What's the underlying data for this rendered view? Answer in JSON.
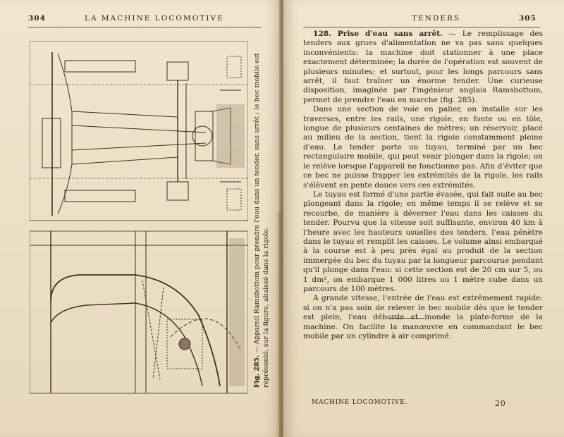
{
  "left_page": {
    "page_number": "304",
    "running_title": "LA MACHINE LOCOMOTIVE",
    "figure": {
      "number": "Fig. 285.",
      "caption": "— Appareil Ramsbottom pour prendre l'eau dans un tender, sans arrêt ; le bec mobile est représenté, sur la figure, abaissé dans la rigole."
    }
  },
  "right_page": {
    "running_title": "TENDERS",
    "page_number": "305",
    "section_heading": "128. Prise d'eau sans arrêt.",
    "paragraphs": [
      "— Le remplissage des tenders aux grues d'alimentation ne va pas sans quelques inconvénients: la machine doit stationner à une place exactement déterminée; la durée de l'opération est souvent de plusieurs minutes; et surtout, pour les longs parcours sans arrêt, il faut traîner un énorme tender. Une curieuse disposition, imaginée par l'ingénieur anglais Ramsbottom, permet de prendre l'eau en marche (fig. 285).",
      "Dans une section de voie en palier, on installe sur les traverses, entre les rails, une rigole, en fonte ou en tôle, longue de plusieurs centaines de mètres; un réservoir, placé au milieu de la section, tient la rigole constamment pleine d'eau. Le tender porte un tuyau, terminé par un bec rectangulaire mobile, qui peut venir plonger dans la rigole; on le relève lorsque l'appareil ne fonctionne pas. Afin d'éviter que ce bec ne puisse frapper les extrémités de la rigole, les rails s'élèvent en pente douce vers ces extrémités.",
      "Le tuyau est formé d'une partie évasée, qui fait suite au bec plongeant dans la rigole; en même temps il se relève et se recourbe, de manière à déverser l'eau dans les caisses du tender. Pourvu que la vitesse soit suffisante, environ 40 km à l'heure avec les hauteurs usuelles des tenders, l'eau pénètre dans le tuyau et remplit les caisses. Le volume ainsi embarqué à la course est à peu près égal au produit de la section immergée du bec du tuyau par la longueur parcourue pendant qu'il plonge dans l'eau: si cette section est de 20 cm sur 5, ou 1 dm², on embarque 1 000 litres ou 1 mètre cube dans un parcours de 100 mètres.",
      "A grande vitesse, l'entrée de l'eau est extrêmement rapide: si on n'a pas soin de relever le bec mobile dès que le tender est plein, l'eau déborde et inonde la plate-forme de la machine. On facilite la manœuvre en commandant le bec mobile par un cylindre à air comprimé."
    ],
    "footer_signature": "MACHINE LOCOMOTIVE.",
    "footer_number": "20"
  }
}
